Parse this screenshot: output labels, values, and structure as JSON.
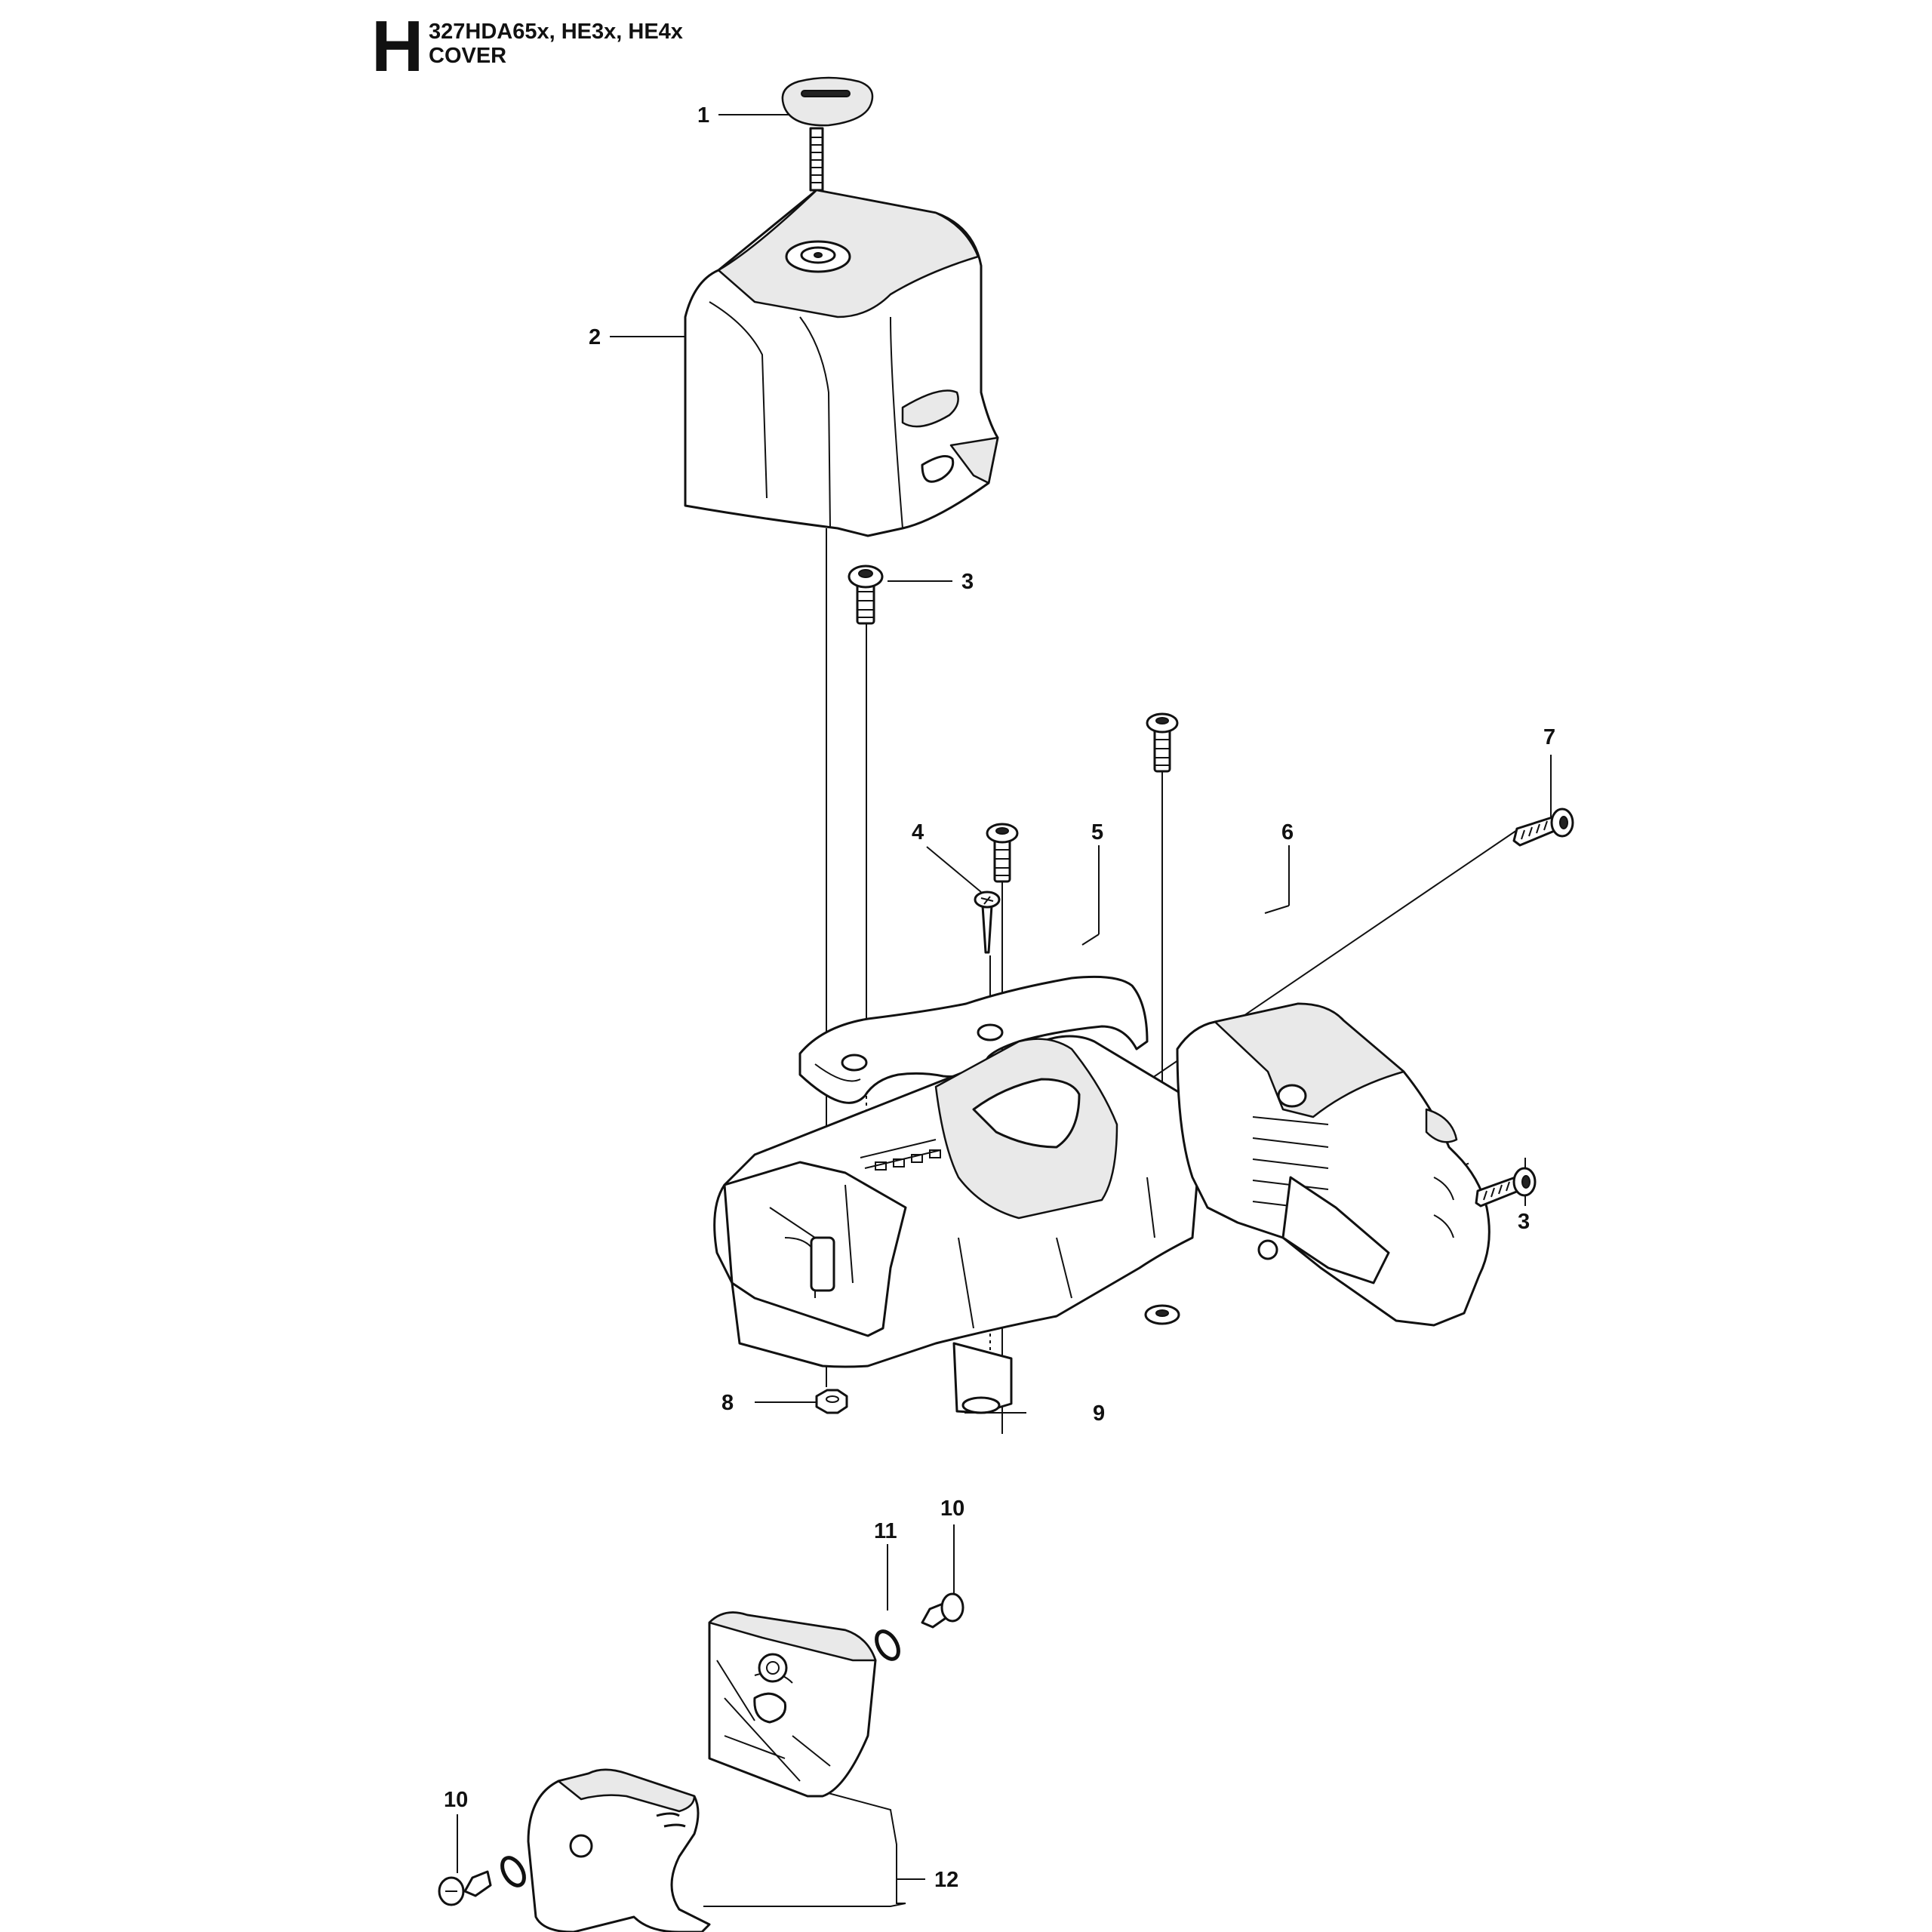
{
  "header": {
    "section_letter": "H",
    "model_line": "327HDA65x, HE3x, HE4x",
    "group_line": "COVER"
  },
  "callouts": [
    {
      "id": "c1",
      "label": "1"
    },
    {
      "id": "c2",
      "label": "2"
    },
    {
      "id": "c3a",
      "label": "3"
    },
    {
      "id": "c4",
      "label": "4"
    },
    {
      "id": "c5",
      "label": "5"
    },
    {
      "id": "c6",
      "label": "6"
    },
    {
      "id": "c7",
      "label": "7"
    },
    {
      "id": "c3b",
      "label": "3"
    },
    {
      "id": "c8",
      "label": "8"
    },
    {
      "id": "c9",
      "label": "9"
    },
    {
      "id": "c10a",
      "label": "10"
    },
    {
      "id": "c11",
      "label": "11"
    },
    {
      "id": "c10b",
      "label": "10"
    },
    {
      "id": "c12",
      "label": "12"
    }
  ]
}
